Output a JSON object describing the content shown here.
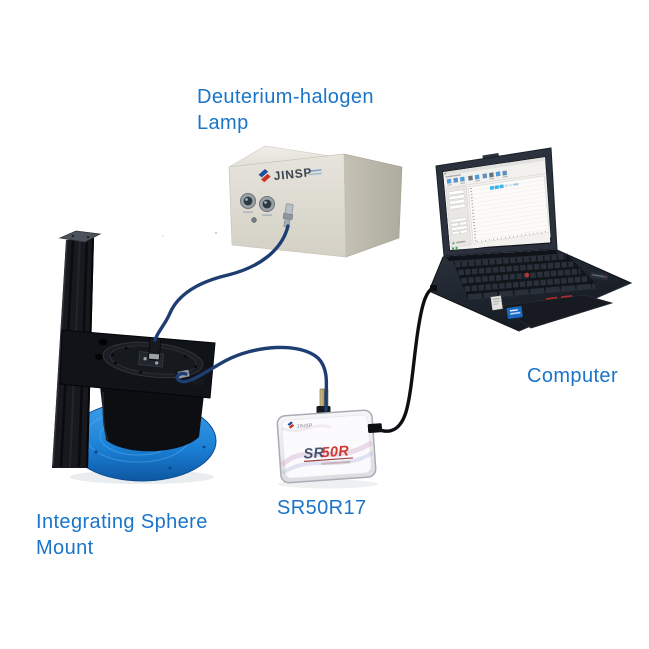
{
  "scene": {
    "background": "#ffffff",
    "label_color": "#1a74c9",
    "labels": {
      "lamp_line1": "Deuterium-halogen",
      "lamp_line2": "Lamp",
      "computer": "Computer",
      "spectrometer": "SR50R17",
      "mount_line1": "Integrating Sphere",
      "mount_line2": "Mount"
    },
    "devices": {
      "lamp": {
        "brand": "JINSP",
        "body_color": "#e0ddd3"
      },
      "spectrometer": {
        "brand": "JINSP",
        "model_prefix": "SR",
        "model_suffix": "50R",
        "accent_red": "#ce3a31",
        "accent_blue": "#44536e"
      },
      "laptop": {
        "body_color": "#2a313b"
      },
      "mount": {
        "disc_color": "#1a7fd4",
        "frame_color": "#16181d"
      }
    },
    "cables": {
      "fiber_color": "#1e3d72",
      "usb_color": "#0e0f12"
    }
  }
}
